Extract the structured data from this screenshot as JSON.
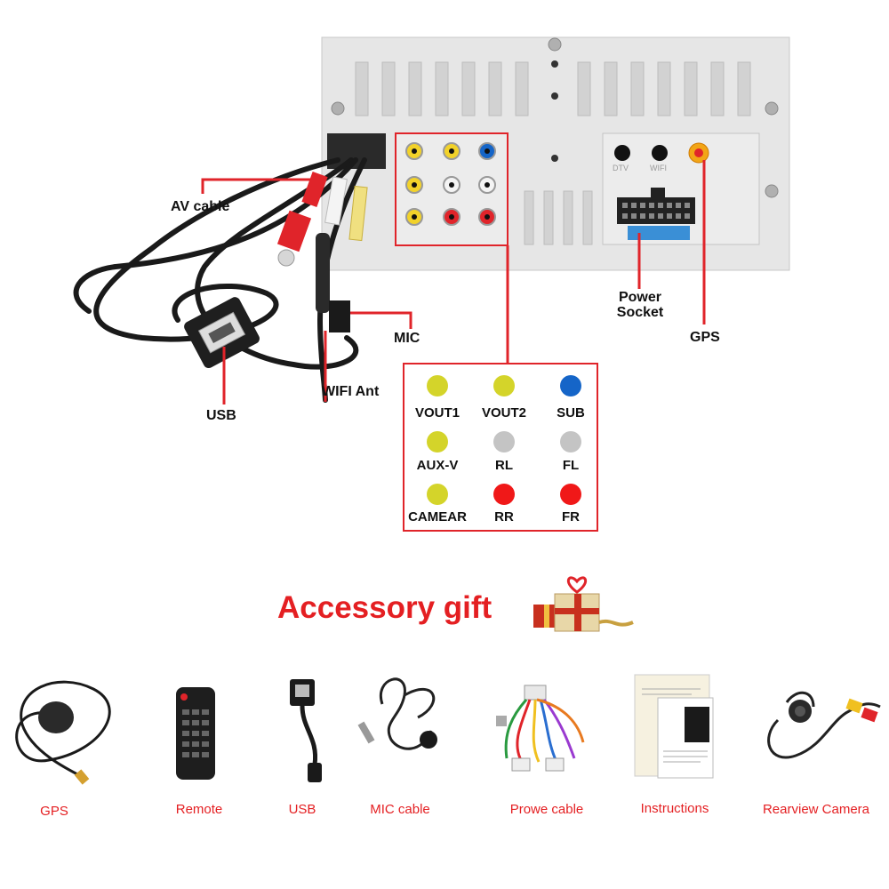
{
  "diagram": {
    "callouts": {
      "av_cable": "AV cable",
      "usb": "USB",
      "wifi_ant": "WIFI Ant",
      "mic": "MIC",
      "power_socket_line1": "Power",
      "power_socket_line2": "Socket",
      "gps": "GPS"
    },
    "panel_labels": {
      "dtv": "DTV",
      "wifi": "WIFI"
    },
    "legend": [
      {
        "label": "VOUT1",
        "color": "#d4d42a"
      },
      {
        "label": "VOUT2",
        "color": "#d4d42a"
      },
      {
        "label": "SUB",
        "color": "#1565c8"
      },
      {
        "label": "AUX-V",
        "color": "#d4d42a"
      },
      {
        "label": "RL",
        "color": "#c4c4c4"
      },
      {
        "label": "FL",
        "color": "#c4c4c4"
      },
      {
        "label": "CAMEAR",
        "color": "#d4d42a"
      },
      {
        "label": "RR",
        "color": "#f01818"
      },
      {
        "label": "FR",
        "color": "#f01818"
      }
    ],
    "accent_color": "#e0242a"
  },
  "accessory": {
    "title": "Accessory gift",
    "items": [
      {
        "label": "GPS",
        "icon": "gps-antenna-icon"
      },
      {
        "label": "Remote",
        "icon": "remote-control-icon"
      },
      {
        "label": "USB",
        "icon": "usb-cable-icon"
      },
      {
        "label": "MIC cable",
        "icon": "microphone-cable-icon"
      },
      {
        "label": "Prowe cable",
        "icon": "power-cable-harness-icon"
      },
      {
        "label": "Instructions",
        "icon": "manual-booklet-icon"
      },
      {
        "label": "Rearview Camera",
        "icon": "rearview-camera-icon"
      }
    ]
  }
}
